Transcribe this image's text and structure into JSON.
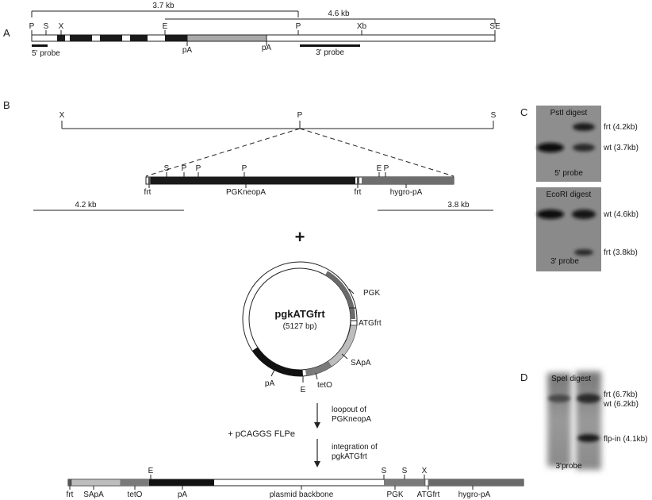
{
  "panels": {
    "a": "A",
    "b": "B",
    "c": "C",
    "d": "D"
  },
  "panel_a": {
    "span_left": "3.7 kb",
    "span_right": "4.6 kb",
    "sites": {
      "p1": "P",
      "s1": "S",
      "x1": "X",
      "e1": "E",
      "p2": "P",
      "xb": "Xb",
      "se": "SE"
    },
    "pA_left": "pA",
    "pA_right": "pA",
    "probe5": "5' probe",
    "probe3": "3' probe"
  },
  "panel_b": {
    "top_sites": {
      "x": "X",
      "p": "P",
      "s": "S"
    },
    "cassette_sites": {
      "s": "S",
      "p1": "P",
      "p2": "P",
      "p3": "P",
      "e": "E",
      "p4": "P"
    },
    "cassette_labels": {
      "frt1": "frt",
      "neo": "PGKneopA",
      "frt2": "frt",
      "hygro": "hygro-pA"
    },
    "span_left": "4.2 kb",
    "span_right": "3.8 kb",
    "plus": "+",
    "plasmid": {
      "name": "pgkATGfrt",
      "size": "(5127 bp)",
      "labels": {
        "pgk": "PGK",
        "atgfrt": "ATGfrt",
        "sapa": "SApA",
        "teto": "tetO",
        "e": "E",
        "pa": "pA"
      }
    },
    "step1": [
      "loopout of",
      "PGKneopA"
    ],
    "flpe": "+ pCAGGS FLPe",
    "step2": [
      "integration of",
      "pgkATGfrt"
    ],
    "final_sites": {
      "e": "E",
      "s1": "S",
      "s2": "S",
      "x": "X"
    },
    "final_labels": {
      "frt": "frt",
      "sapa": "SApA",
      "teto": "tetO",
      "pa": "pA",
      "backbone": "plasmid backbone",
      "pgk": "PGK",
      "atgfrt": "ATGfrt",
      "hygro": "hygro-pA"
    }
  },
  "panel_c": {
    "blot1": {
      "title": "PstI digest",
      "probe": "5' probe",
      "band_top": "frt (4.2kb)",
      "band_bottom": "wt (3.7kb)"
    },
    "blot2": {
      "title": "EcoRI digest",
      "probe": "3' probe",
      "band_top": "wt (4.6kb)",
      "band_bottom": "frt (3.8kb)"
    }
  },
  "panel_d": {
    "title": "SpeI digest",
    "probe": "3'probe",
    "band1": "frt (6.7kb)",
    "band2": "wt (6.2kb)",
    "band3": "flp-in (4.1kb)"
  }
}
